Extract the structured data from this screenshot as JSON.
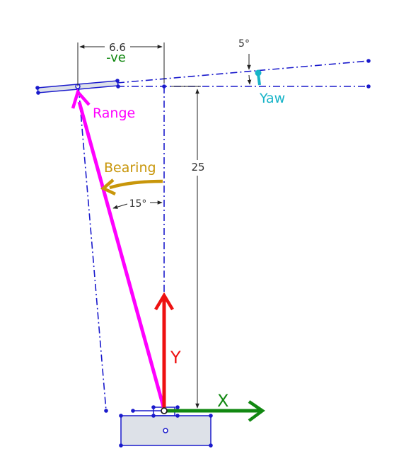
{
  "labels": {
    "dim_horizontal": "6.6",
    "dim_sign": "-ve",
    "dim_yaw_angle": "5°",
    "yaw": "Yaw",
    "range": "Range",
    "bearing": "Bearing",
    "dim_vertical": "25",
    "dim_bearing_angle": "15°",
    "axis_y": "Y",
    "axis_x": "X"
  },
  "colors": {
    "construction": "#1a1acc",
    "dimension": "#222222",
    "range": "#ff00ff",
    "bearing": "#c8960a",
    "yaw": "#18b4c8",
    "axis_y": "#ee1111",
    "axis_x": "#118811",
    "dim_sign": "#118811",
    "body_fill": "#dde1e8"
  }
}
